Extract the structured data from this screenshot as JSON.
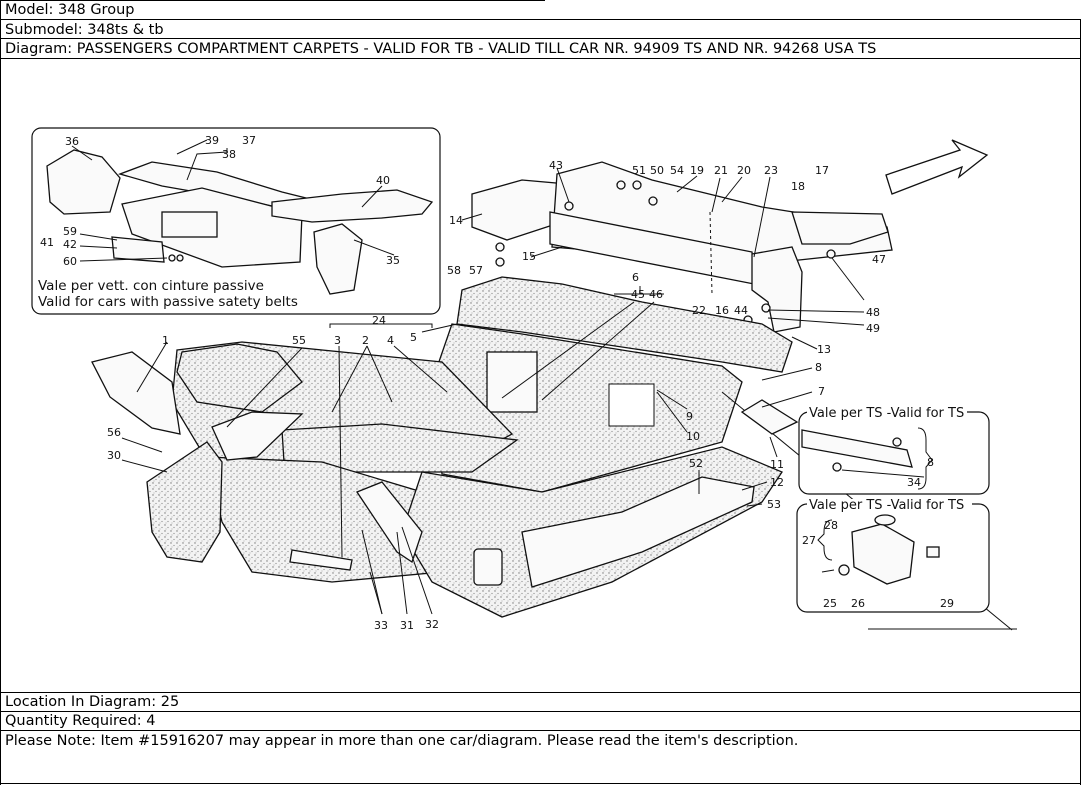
{
  "header": {
    "model": "Model: 348 Group",
    "submodel": "Submodel: 348ts & tb",
    "diagram": "Diagram: PASSENGERS COMPARTMENT CARPETS - VALID FOR TB - VALID TILL CAR NR. 94909 TS AND NR. 94268 USA TS"
  },
  "footer": {
    "location": "Location In Diagram: 25",
    "quantity": "Quantity Required: 4",
    "note": "Please Note: Item #15916207 may appear in more than one car/diagram. Please read the item's description."
  },
  "diagram": {
    "inset_caption_it": "Vale per vett. con cinture passive",
    "inset_caption_en": "Valid for cars with passive satety belts",
    "ts_box_top_title": "Vale per TS -Valid for TS",
    "ts_box_bottom_title": "Vale per TS -Valid for TS",
    "callouts": [
      "1",
      "2",
      "3",
      "4",
      "5",
      "6",
      "7",
      "8",
      "9",
      "10",
      "11",
      "12",
      "13",
      "14",
      "15",
      "16",
      "17",
      "18",
      "19",
      "20",
      "21",
      "22",
      "23",
      "24",
      "25",
      "26",
      "27",
      "28",
      "29",
      "30",
      "31",
      "32",
      "33",
      "34",
      "35",
      "36",
      "37",
      "38",
      "39",
      "40",
      "41",
      "42",
      "43",
      "44",
      "45",
      "46",
      "47",
      "48",
      "49",
      "50",
      "51",
      "52",
      "53",
      "54",
      "55",
      "56",
      "57",
      "58",
      "59",
      "60"
    ]
  }
}
